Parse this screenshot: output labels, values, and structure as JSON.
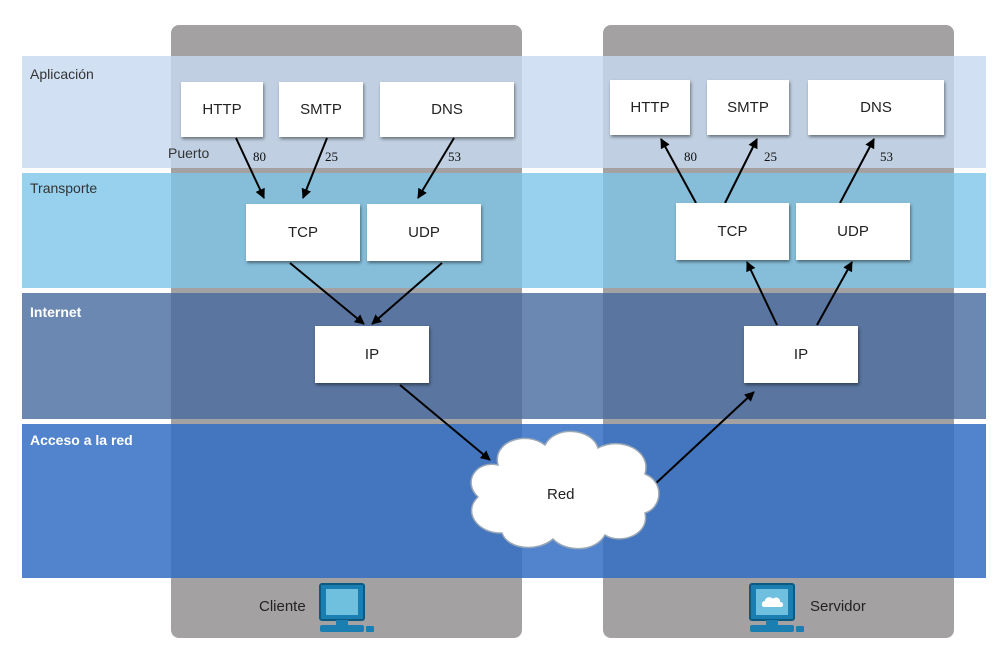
{
  "layers": {
    "application": "Aplicación",
    "transport": "Transporte",
    "internet": "Internet",
    "network_access": "Acceso a la red"
  },
  "client": {
    "http": "HTTP",
    "smtp": "SMTP",
    "dns": "DNS",
    "tcp": "TCP",
    "udp": "UDP",
    "ip": "IP",
    "port_label": "Puerto",
    "port_http": "80",
    "port_smtp": "25",
    "port_dns": "53",
    "label": "Cliente"
  },
  "server": {
    "http": "HTTP",
    "smtp": "SMTP",
    "dns": "DNS",
    "tcp": "TCP",
    "udp": "UDP",
    "ip": "IP",
    "port_http": "80",
    "port_smtp": "25",
    "port_dns": "53",
    "label": "Servidor"
  },
  "network": {
    "label": "Red"
  },
  "colors": {
    "column": "#a3a1a1",
    "application_band": "#c7d8ef",
    "transport_band": "#7ec6e6",
    "internet_band": "#4c6ea3",
    "access_band": "#3a73c4"
  },
  "icons": {
    "client": "desktop-computer-icon",
    "server": "server-computer-icon",
    "cloud": "cloud-icon"
  }
}
